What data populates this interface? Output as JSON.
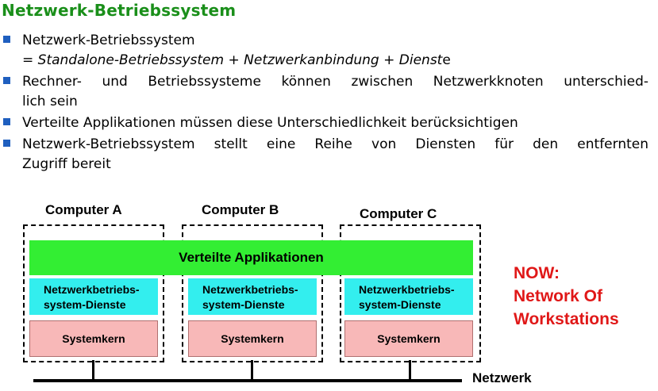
{
  "title": "Netzwerk-Betriebssystem",
  "bullets": {
    "b1_line1": "Netzwerk-Betriebssystem",
    "b1_line2_prefix": "= ",
    "b1_italic1": "Standalone-Betriebssystem",
    "b1_plus1": " + ",
    "b1_italic2": "Netzwerkanbindung",
    "b1_plus2": " + ",
    "b1_italic3": "Dienst",
    "b1_tail": "e",
    "b2": "Rechner- und Betriebssysteme können zwischen Netzwerkknoten unterschied-lich sein",
    "b2_line1": "Rechner- und Betriebssysteme können zwischen Netzwerkknoten unterschied-",
    "b2_line2": "lich sein",
    "b3": "Verteilte Applikationen müssen diese Unterschiedlichkeit berücksichtigen",
    "b4_line1": "Netzwerk-Betriebssystem stellt eine Reihe von Diensten für den entfernten",
    "b4_line2": "Zugriff bereit"
  },
  "diagram": {
    "computers": [
      "Computer A",
      "Computer B",
      "Computer C"
    ],
    "apps_label": "Verteilte Applikationen",
    "services_line1": "Netzwerkbetriebs-",
    "services_line2": "system-Dienste",
    "kernel_label": "Systemkern",
    "network_label": "Netzwerk"
  },
  "now": {
    "line1": "NOW:",
    "line2": "Network Of",
    "line3": "Workstations"
  },
  "colors": {
    "title": "#1a8f1a",
    "bullet": "#1f5fbf",
    "apps": "#33ee33",
    "services": "#33eeee",
    "kernel": "#f8b8b8",
    "now": "#e01818"
  },
  "icons": {
    "bullet": "square-bullet-icon"
  }
}
